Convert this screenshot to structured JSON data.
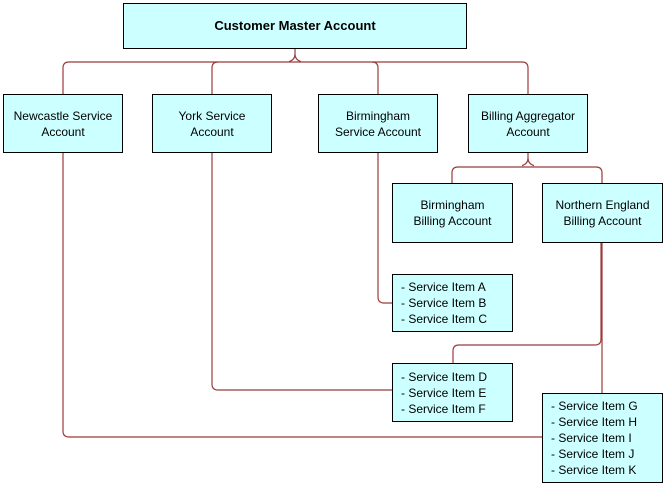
{
  "diagram": {
    "type": "account-hierarchy-org-chart",
    "colors": {
      "node_fill": "#CCFFFF",
      "node_border": "#000000",
      "connector": "#9B3B3B",
      "text": "#000000",
      "background": "#FFFFFF"
    },
    "nodes": {
      "master": {
        "label": "Customer Master Account",
        "lines": [
          "Customer Master Account"
        ]
      },
      "newcastle": {
        "label": "Newcastle Service Account",
        "lines": [
          "Newcastle Service",
          "Account"
        ]
      },
      "york": {
        "label": "York Service Account",
        "lines": [
          "York Service",
          "Account"
        ]
      },
      "birmingham_service": {
        "label": "Birmingham Service Account",
        "lines": [
          "Birmingham",
          "Service Account"
        ]
      },
      "billing_aggregator": {
        "label": "Billing Aggregator Account",
        "lines": [
          "Billing Aggregator",
          "Account"
        ]
      },
      "birmingham_billing": {
        "label": "Birmingham Billing Account",
        "lines": [
          "Birmingham",
          "Billing Account"
        ]
      },
      "northern_england_billing": {
        "label": "Northern England Billing Account",
        "lines": [
          "Northern England",
          "Billing Account"
        ]
      },
      "service_items_abc": {
        "label": "Service Items A-C",
        "lines": [
          "- Service Item A",
          "- Service Item B",
          "- Service Item C"
        ]
      },
      "service_items_def": {
        "label": "Service Items D-F",
        "lines": [
          "- Service Item D",
          "- Service Item E",
          "- Service Item F"
        ]
      },
      "service_items_ghijk": {
        "label": "Service Items G-K",
        "lines": [
          "- Service Item G",
          "- Service Item H",
          "- Service Item I",
          "- Service Item J",
          "- Service Item K"
        ]
      }
    },
    "edges": [
      {
        "from": "master",
        "to": "newcastle"
      },
      {
        "from": "master",
        "to": "york"
      },
      {
        "from": "master",
        "to": "birmingham_service"
      },
      {
        "from": "master",
        "to": "billing_aggregator"
      },
      {
        "from": "billing_aggregator",
        "to": "birmingham_billing"
      },
      {
        "from": "billing_aggregator",
        "to": "northern_england_billing"
      },
      {
        "from": "birmingham_service",
        "to": "service_items_abc"
      },
      {
        "from": "york",
        "to": "service_items_def"
      },
      {
        "from": "northern_england_billing",
        "to": "service_items_def"
      },
      {
        "from": "newcastle",
        "to": "service_items_ghijk"
      },
      {
        "from": "northern_england_billing",
        "to": "service_items_ghijk"
      }
    ]
  }
}
